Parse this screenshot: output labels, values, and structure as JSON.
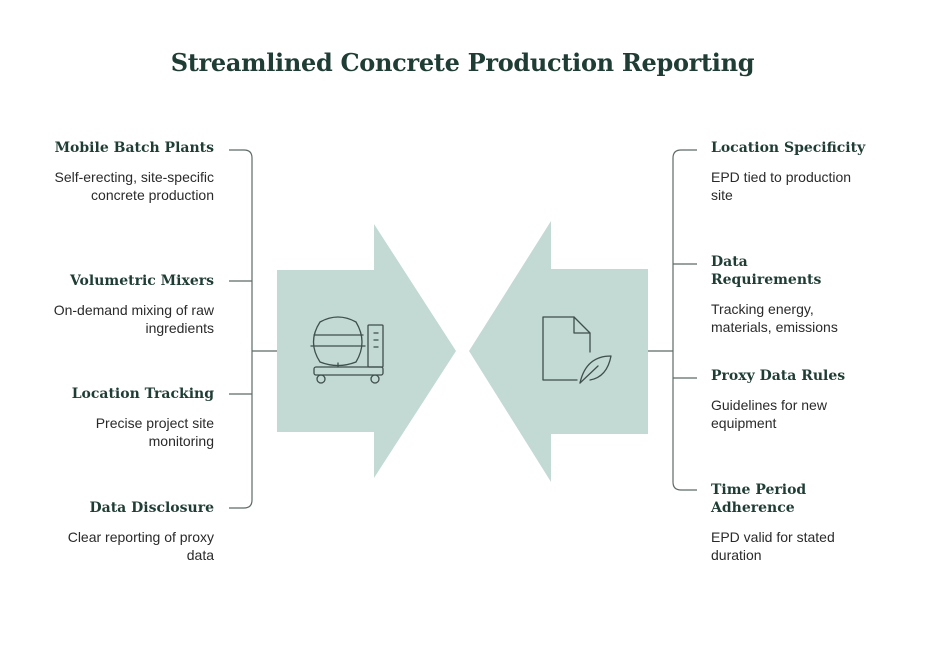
{
  "title": "Streamlined Concrete Production Reporting",
  "colors": {
    "title": "#1f3d35",
    "arrow_fill": "#c3d9d4",
    "bracket_line": "#5e6b67",
    "icon_stroke": "#3f4f4b"
  },
  "left": {
    "icon": "concrete-mixer-icon",
    "items": [
      {
        "title": "Mobile Batch Plants",
        "desc": "Self-erecting, site-specific concrete production"
      },
      {
        "title": "Volumetric Mixers",
        "desc": "On-demand mixing of raw ingredients"
      },
      {
        "title": "Location Tracking",
        "desc": "Precise project site monitoring"
      },
      {
        "title": "Data Disclosure",
        "desc": "Clear reporting of proxy data"
      }
    ]
  },
  "right": {
    "icon": "document-leaf-icon",
    "items": [
      {
        "title": "Location Specificity",
        "desc": "EPD tied to production site"
      },
      {
        "title": "Data Requirements",
        "desc": "Tracking energy, materials, emissions"
      },
      {
        "title": "Proxy Data Rules",
        "desc": "Guidelines for new equipment"
      },
      {
        "title": "Time Period Adherence",
        "desc": "EPD valid for stated duration"
      }
    ]
  }
}
